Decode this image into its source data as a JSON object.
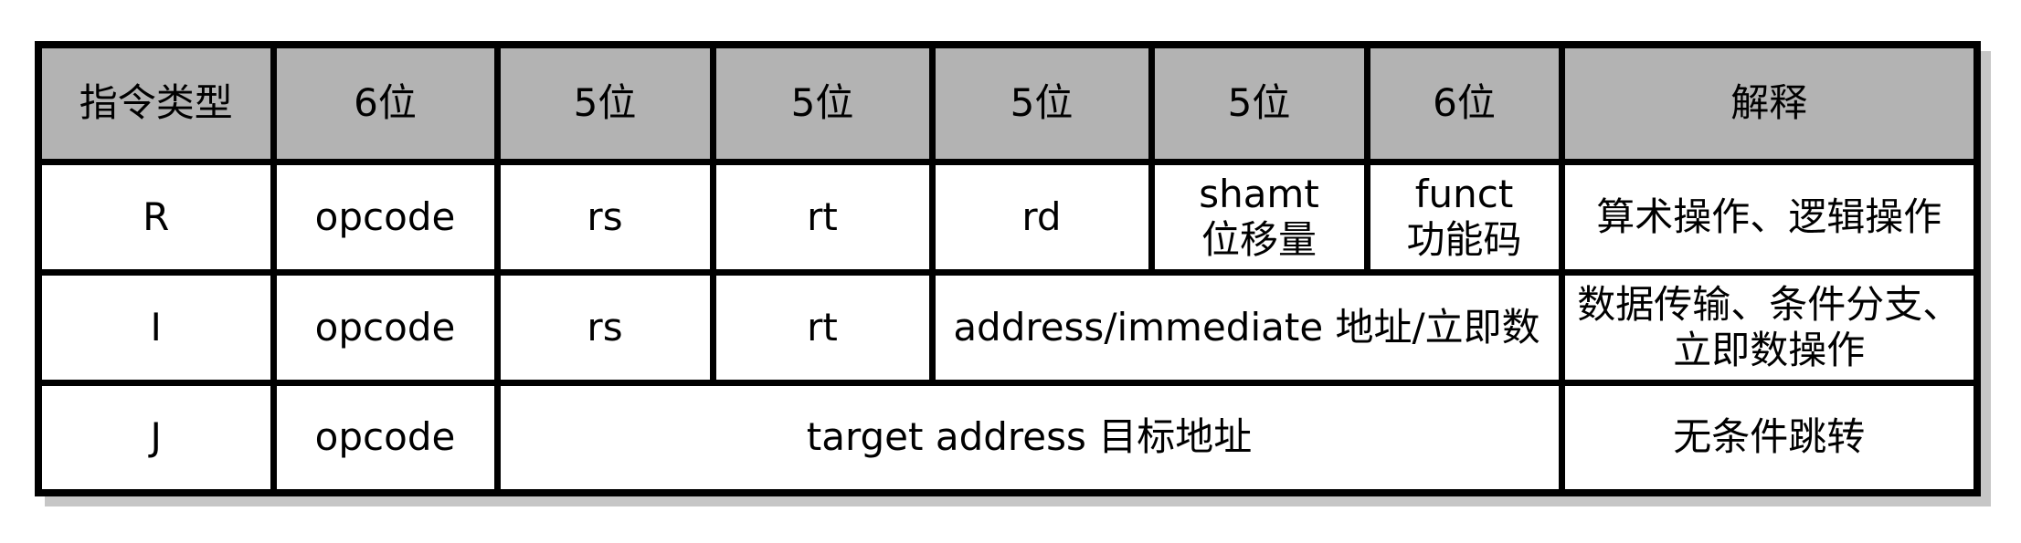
{
  "colors": {
    "header_bg": "#b3b3b3",
    "border": "#000000",
    "shadow": "#c6c6c6",
    "cell_bg": "#ffffff"
  },
  "table": {
    "columns": {
      "instruction_type": "指令类型",
      "bits6": "6位",
      "bits5_a": "5位",
      "bits5_b": "5位",
      "bits5_c": "5位",
      "bits5_d": "5位",
      "bits6_b": "6位",
      "explanation": "解释"
    },
    "rows": {
      "r": {
        "type": "R",
        "opcode": "opcode",
        "rs": "rs",
        "rt": "rt",
        "rd": "rd",
        "shamt": "shamt\n位移量",
        "funct": "funct\n功能码",
        "explanation": "算术操作、逻辑操作"
      },
      "i": {
        "type": "I",
        "opcode": "opcode",
        "rs": "rs",
        "rt": "rt",
        "address_immediate": "address/immediate 地址/立即数",
        "explanation": "数据传输、条件分支、\n立即数操作"
      },
      "j": {
        "type": "J",
        "opcode": "opcode",
        "target_address": "target address 目标地址",
        "explanation": "无条件跳转"
      }
    }
  }
}
